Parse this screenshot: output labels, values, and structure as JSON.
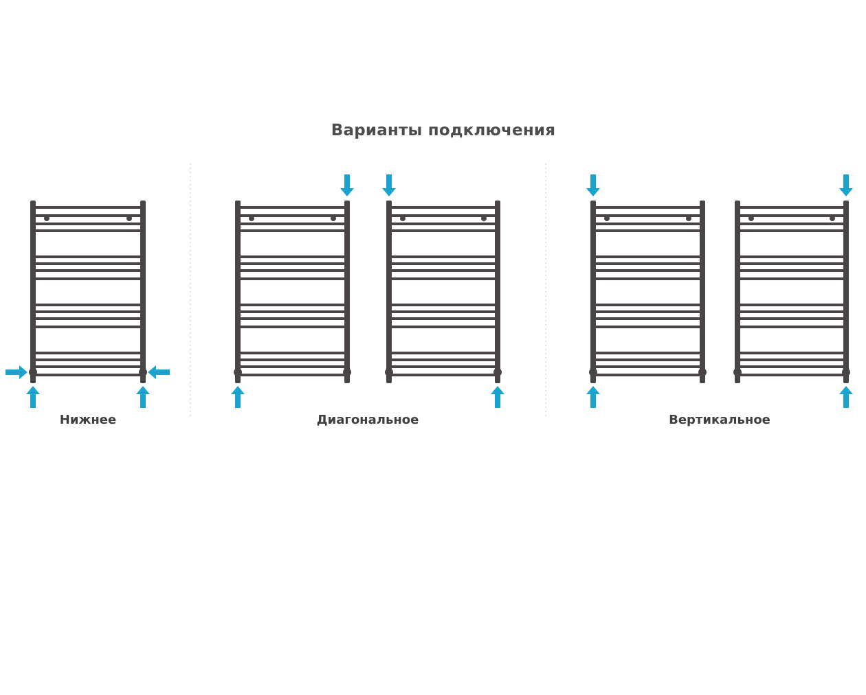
{
  "title": "Варианты подключения",
  "colors": {
    "frame": "#4a4545",
    "arrow": "#1aa3cc"
  },
  "groups": [
    {
      "label": "Нижнее",
      "diagram_count": 1
    },
    {
      "label": "Диагональное",
      "diagram_count": 2
    },
    {
      "label": "Вертикальное",
      "diagram_count": 2
    }
  ],
  "icons": [
    "arrow-right-icon",
    "arrow-left-icon",
    "arrow-up-icon",
    "arrow-down-icon"
  ]
}
